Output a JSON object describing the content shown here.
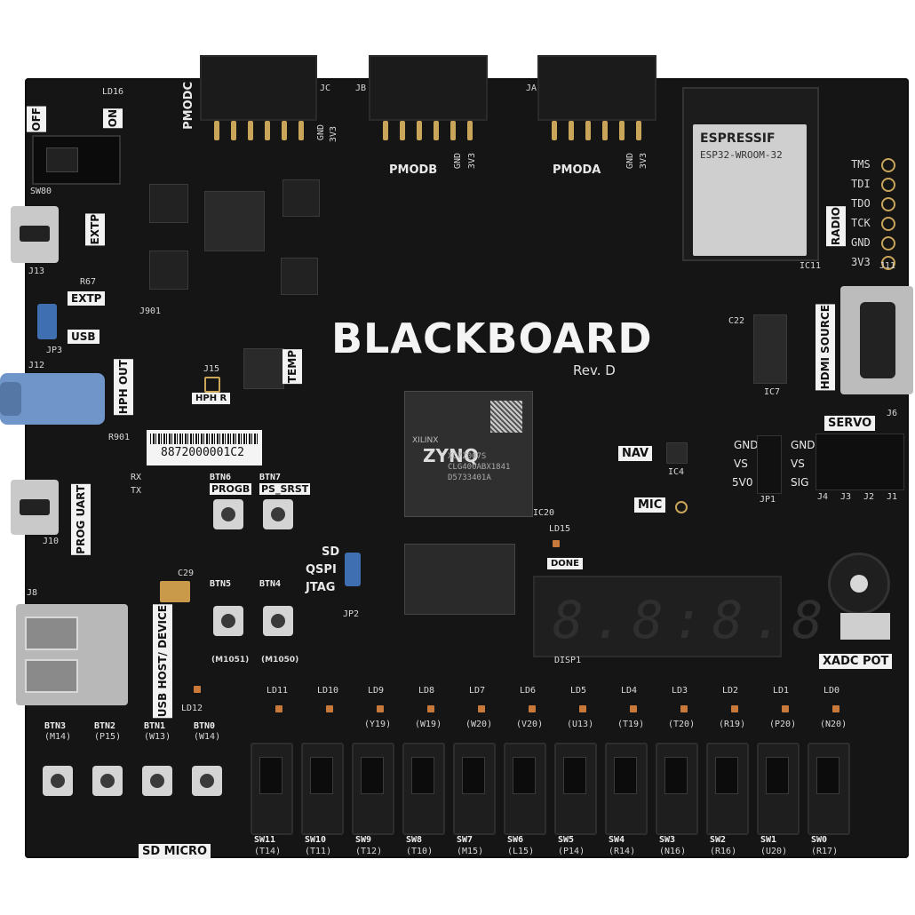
{
  "board": {
    "name": "BLACKBOARD",
    "revision": "Rev. D",
    "serial": "8872000001C2"
  },
  "headers": {
    "pmodc": "PMODC",
    "pmodb": "PMODB",
    "pmoda": "PMODA",
    "jc": "JC",
    "jb": "JB",
    "ja": "JA",
    "gnd": "GND",
    "v33": "3V3"
  },
  "left_labels": {
    "off": "OFF",
    "on": "ON",
    "ld16": "LD16",
    "sw80": "SW80",
    "extp_vert": "EXTP",
    "j13": "J13",
    "extp": "EXTP",
    "usb": "USB",
    "jp3": "JP3",
    "j901": "J901",
    "r67": "R67",
    "j12": "J12",
    "hph_out": "HPH OUT",
    "j15": "J15",
    "hph_r": "HPH R",
    "r901": "R901",
    "prog_uart": "PROG UART",
    "rx": "RX",
    "tx": "TX",
    "j10": "J10",
    "j8": "J8",
    "usb_host": "USB HOST/ DEVICE",
    "ld12": "LD12",
    "temp": "TEMP",
    "c29": "C29"
  },
  "radio": {
    "brand": "ESPRESSIF",
    "model": "ESP32-WROOM-32",
    "label": "RADIO",
    "ic": "IC11",
    "pins": [
      "TMS",
      "TDI",
      "TDO",
      "TCK",
      "GND",
      "3V3"
    ],
    "j11": "J11"
  },
  "hdmi": {
    "label": "HDMI SOURCE",
    "j6": "J6",
    "ic7": "IC7",
    "c22": "C22"
  },
  "zynq": {
    "brand": "XILINX",
    "name": "ZYNQ",
    "line1": "XC7Z007S",
    "line2": "CLG400ABX1841",
    "line3": "D5733401A",
    "ic": "IC20"
  },
  "mode": {
    "sd": "SD",
    "qspi": "QSPI",
    "jtag": "JTAG",
    "jp2": "JP2",
    "done": "DONE",
    "ld15": "LD15"
  },
  "misc": {
    "nav": "NAV",
    "mic": "MIC",
    "servo": "SERVO",
    "xadc": "XADC POT",
    "disp": "DISP1",
    "sd_micro": "SD MICRO",
    "ic4": "IC4",
    "jp1": "JP1"
  },
  "servo_pins": [
    "GND",
    "VS",
    "SIG"
  ],
  "jp1_pins": [
    "GND",
    "VS",
    "5V0"
  ],
  "servo_js": [
    "J4",
    "J3",
    "J2",
    "J1"
  ],
  "buttons_top": [
    {
      "name": "BTN6",
      "sub": "PROGB"
    },
    {
      "name": "BTN7",
      "sub": "PS_SRST"
    },
    {
      "name": "BTN5",
      "sub": "(M1051)"
    },
    {
      "name": "BTN4",
      "sub": "(M1050)"
    }
  ],
  "buttons_bottom": [
    {
      "name": "BTN3",
      "pin": "(M14)"
    },
    {
      "name": "BTN2",
      "pin": "(P15)"
    },
    {
      "name": "BTN1",
      "pin": "(W13)"
    },
    {
      "name": "BTN0",
      "pin": "(W14)"
    }
  ],
  "leds": [
    {
      "name": "LD11",
      "pin": ""
    },
    {
      "name": "LD10",
      "pin": ""
    },
    {
      "name": "LD9",
      "pin": "(Y19)"
    },
    {
      "name": "LD8",
      "pin": "(W19)"
    },
    {
      "name": "LD7",
      "pin": "(W20)"
    },
    {
      "name": "LD6",
      "pin": "(V20)"
    },
    {
      "name": "LD5",
      "pin": "(U13)"
    },
    {
      "name": "LD4",
      "pin": "(T19)"
    },
    {
      "name": "LD3",
      "pin": "(T20)"
    },
    {
      "name": "LD2",
      "pin": "(R19)"
    },
    {
      "name": "LD1",
      "pin": "(P20)"
    },
    {
      "name": "LD0",
      "pin": "(N20)"
    }
  ],
  "switches": [
    {
      "name": "SW11",
      "pin": "(T14)"
    },
    {
      "name": "SW10",
      "pin": "(T11)"
    },
    {
      "name": "SW9",
      "pin": "(T12)"
    },
    {
      "name": "SW8",
      "pin": "(T10)"
    },
    {
      "name": "SW7",
      "pin": "(M15)"
    },
    {
      "name": "SW6",
      "pin": "(L15)"
    },
    {
      "name": "SW5",
      "pin": "(P14)"
    },
    {
      "name": "SW4",
      "pin": "(R14)"
    },
    {
      "name": "SW3",
      "pin": "(N16)"
    },
    {
      "name": "SW2",
      "pin": "(R16)"
    },
    {
      "name": "SW1",
      "pin": "(U20)"
    },
    {
      "name": "SW0",
      "pin": "(R17)"
    }
  ],
  "colors": {
    "board": "#151515",
    "silk": "#e9e9e9",
    "gold": "#c9a55a",
    "led": "#c97a3b",
    "audio_jack": "#6f95c9"
  }
}
